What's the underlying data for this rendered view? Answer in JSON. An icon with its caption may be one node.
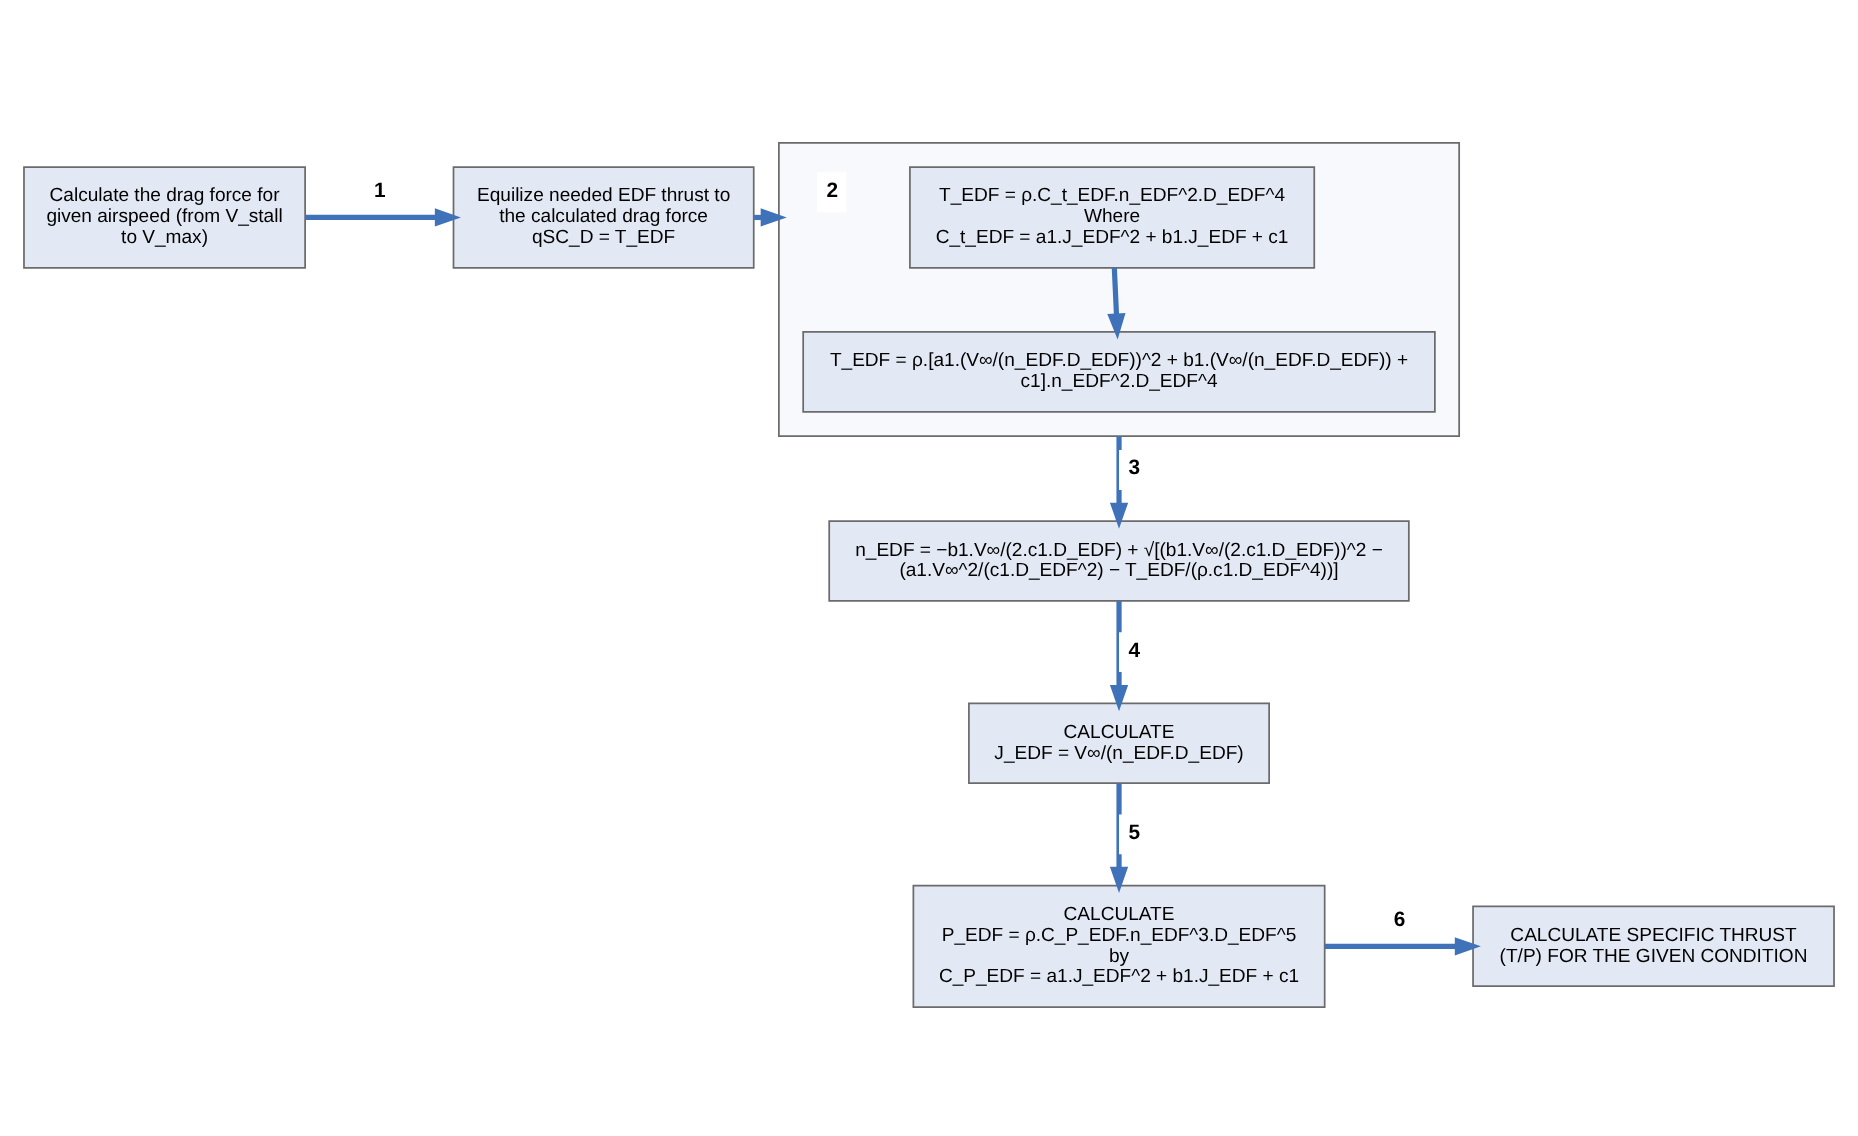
{
  "diagram": {
    "nodes": [
      {
        "text": [
          "Calculate the drag force for given airspeed (from V_stall to V_max)"
        ]
      },
      {
        "text": [
          "Equilize needed EDF thrust to the calculated drag force",
          "qSC_D = T_EDF"
        ]
      },
      {
        "text": [],
        "shape": "box"
      },
      {
        "text": [
          "T_EDF = ρ.C_t_EDF.n_EDF^2.D_EDF^4",
          "Where",
          "C_t_EDF = a1.J_EDF^2 + b1.J_EDF + c1"
        ],
        "in": 2
      },
      {
        "text": [
          "T_EDF = ρ.[a1.(V∞/(n_EDF.D_EDF))^2 + b1.(V∞/(n_EDF.D_EDF)) + c1].n_EDF^2.D_EDF^4"
        ],
        "in": 2
      },
      {
        "text": [
          "n_EDF = −b1.V∞/(2.c1.D_EDF) + √[(b1.V∞/(2.c1.D_EDF))^2 − (a1.V∞^2/(c1.D_EDF^2) − T_EDF/(ρ.c1.D_EDF^4))]"
        ]
      },
      {
        "text": [
          "CALCULATE",
          "J_EDF = V∞/(n_EDF.D_EDF)"
        ]
      },
      {
        "text": [
          "CALCULATE",
          "P_EDF = ρ.C_P_EDF.n_EDF^3.D_EDF^5",
          "by",
          "C_P_EDF = a1.J_EDF^2 + b1.J_EDF + c1"
        ]
      },
      {
        "text": [
          "CALCULATE SPECIFIC THRUST (T/P) FOR THE GIVEN CONDITION"
        ]
      }
    ],
    "edges": [
      {
        "from": 0,
        "to": 1,
        "arrow": "to",
        "label": "1"
      },
      {
        "from": 1,
        "to": 2,
        "arrow": "to",
        "label": "2"
      },
      {
        "from": 3,
        "to": 4,
        "arrow": "to"
      },
      {
        "from": 2,
        "to": 5,
        "arrow": "to",
        "label": "3"
      },
      {
        "from": 5,
        "to": 6,
        "arrow": "to",
        "label": "4"
      },
      {
        "from": 6,
        "to": 7,
        "arrow": "to",
        "label": "5"
      },
      {
        "from": 7,
        "to": 8,
        "arrow": "to",
        "label": "6"
      }
    ]
  }
}
